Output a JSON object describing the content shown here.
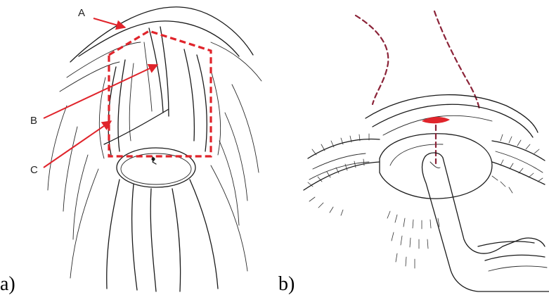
{
  "panels": [
    {
      "label": "a)",
      "callouts": [
        "A",
        "B",
        "C"
      ]
    },
    {
      "label": "b)"
    }
  ],
  "colors": {
    "marking": "#e0242b",
    "incision_line": "#8b2338",
    "ink": "#1a1a1a"
  }
}
